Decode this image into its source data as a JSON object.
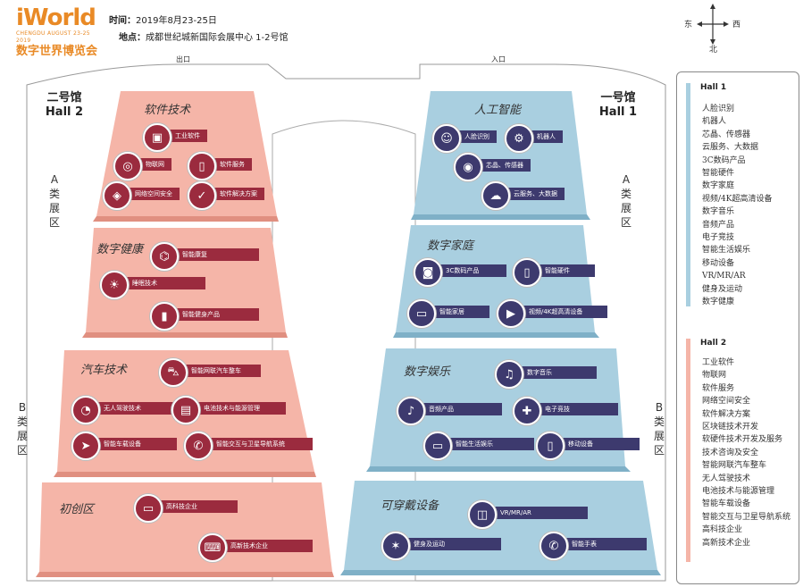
{
  "logo": {
    "main": "iWorld",
    "sub": "CHENGDU AUGUST 23-25 2019",
    "cn": "数字世界博览会"
  },
  "info": {
    "time_label": "时间：",
    "time": "2019年8月23-25日",
    "place_label": "地点：",
    "place": "成都世纪城新国际会展中心  1-2号馆"
  },
  "compass": {
    "north": "北",
    "east": "东",
    "west": "西"
  },
  "gates": {
    "exit": "出口",
    "entrance": "入口"
  },
  "hall2": {
    "cn": "二号馆",
    "en": "Hall 2"
  },
  "hall1": {
    "cn": "一号馆",
    "en": "Hall 1"
  },
  "side": {
    "a_left": [
      "A",
      "类",
      "展",
      "区"
    ],
    "b_left": [
      "B",
      "类",
      "展",
      "区"
    ],
    "a_right": [
      "A",
      "类",
      "展",
      "区"
    ],
    "b_right": [
      "B",
      "类",
      "展",
      "区"
    ]
  },
  "zones": {
    "software": {
      "title": "软件技术",
      "items": [
        "工业软件",
        "物联网",
        "软件服务",
        "网络空间安全",
        "软件解决方案"
      ]
    },
    "health": {
      "title": "数字健康",
      "items": [
        "智能康复",
        "睡眠技术",
        "智能健身产品"
      ]
    },
    "auto": {
      "title": "汽车技术",
      "items": [
        "智能网联汽车整车",
        "无人驾驶技术",
        "电池技术与能源管理",
        "智能车载设备",
        "智能交互与卫星导航系统"
      ]
    },
    "startup": {
      "title": "初创区",
      "items": [
        "高科技企业",
        "高新技术企业"
      ]
    },
    "ai": {
      "title": "人工智能",
      "items": [
        "人脸识别",
        "机器人",
        "芯晶、传感器",
        "云服务、大数据"
      ]
    },
    "home": {
      "title": "数字家庭",
      "items": [
        "3C数码产品",
        "智能硬件",
        "智能家居",
        "视频/4K超高清设备"
      ]
    },
    "ent": {
      "title": "数字娱乐",
      "items": [
        "数字音乐",
        "音频产品",
        "电子竞技",
        "智能生活娱乐",
        "移动设备"
      ]
    },
    "wear": {
      "title": "可穿戴设备",
      "items": [
        "VR/MR/AR",
        "健身及运动",
        "智能手表"
      ]
    }
  },
  "legend": {
    "hall1_title": "Hall 1",
    "hall1_items": [
      "人脸识别",
      "机器人",
      "芯晶、传感器",
      "云服务、大数据",
      "3C数码产品",
      "智能硬件",
      "数字家庭",
      "视频/4K超高清设备",
      "数字音乐",
      "音频产品",
      "电子竞技",
      "智能生活娱乐",
      "移动设备",
      "VR/MR/AR",
      "健身及运动",
      "数字健康"
    ],
    "hall2_title": "Hall 2",
    "hall2_items": [
      "工业软件",
      "物联网",
      "软件服务",
      "网络空间安全",
      "软件解决方案",
      "区块链技术开发",
      "软硬件技术开发及服务",
      "技术咨询及安全",
      "智能网联汽车整车",
      "无人驾驶技术",
      "电池技术与能源管理",
      "智能车载设备",
      "智能交互与卫星导航系统",
      "高科技企业",
      "高新技术企业"
    ]
  },
  "colors": {
    "salmon": "#f5b5a8",
    "salmon_dark": "#e08f80",
    "blue": "#a9cfe0",
    "blue_dark": "#7fb0c7",
    "red_label": "#9b2b3e",
    "navy_label": "#3d3a6e"
  }
}
